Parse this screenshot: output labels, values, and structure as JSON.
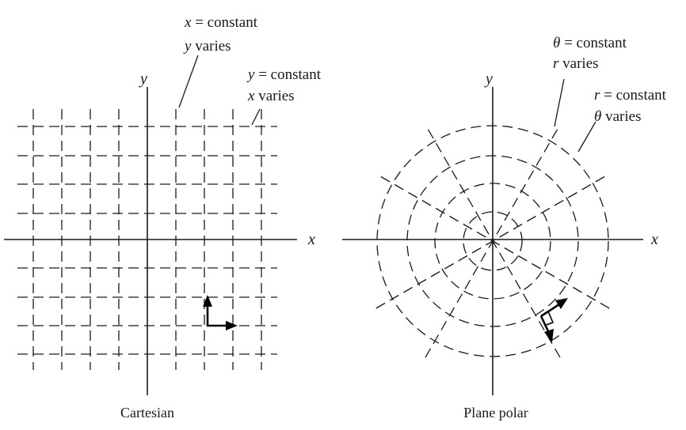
{
  "cartesian": {
    "caption": "Cartesian",
    "axis_x": "x",
    "axis_y": "y",
    "label_x_const": {
      "var": "x",
      "rest": " = constant"
    },
    "label_y_varies": {
      "var": "y",
      "rest": " varies"
    },
    "label_y_const": {
      "var": "y",
      "rest": " = constant"
    },
    "label_x_varies": {
      "var": "x",
      "rest": " varies"
    }
  },
  "polar": {
    "caption": "Plane polar",
    "axis_x": "x",
    "axis_y": "y",
    "label_theta_const": {
      "var": "θ",
      "rest": " = constant"
    },
    "label_r_varies": {
      "var": "r",
      "rest": " varies"
    },
    "label_r_const": {
      "var": "r",
      "rest": " = constant"
    },
    "label_theta_varies": {
      "var": "θ",
      "rest": " varies"
    }
  }
}
